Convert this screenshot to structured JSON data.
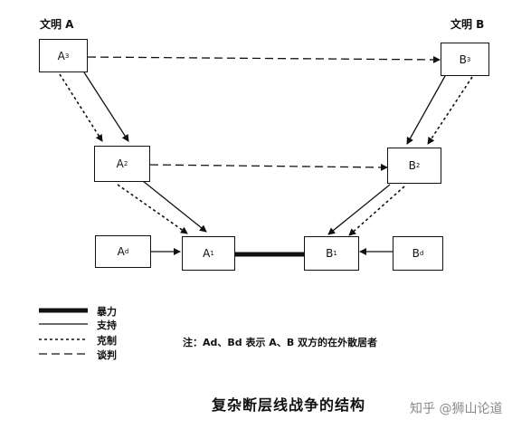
{
  "labels": {
    "civ_a": "文明 A",
    "civ_b": "文明 B"
  },
  "nodes": {
    "a3": {
      "base": "A",
      "sub": "3"
    },
    "a2": {
      "base": "A",
      "sub": "2"
    },
    "a1": {
      "base": "A",
      "sub": "1"
    },
    "ad": {
      "base": "A",
      "sub": "d"
    },
    "b3": {
      "base": "B",
      "sub": "3"
    },
    "b2": {
      "base": "B",
      "sub": "2"
    },
    "b1": {
      "base": "B",
      "sub": "1"
    },
    "bd": {
      "base": "B",
      "sub": "d"
    }
  },
  "legend": {
    "violence": "暴力",
    "support": "支持",
    "restraint": "克制",
    "negotiation": "谈判"
  },
  "note": "注：Ad、Bd 表示 A、B 双方的在外散居者",
  "caption": "复杂断层线战争的结构",
  "watermark": "知乎 @狮山论道"
}
